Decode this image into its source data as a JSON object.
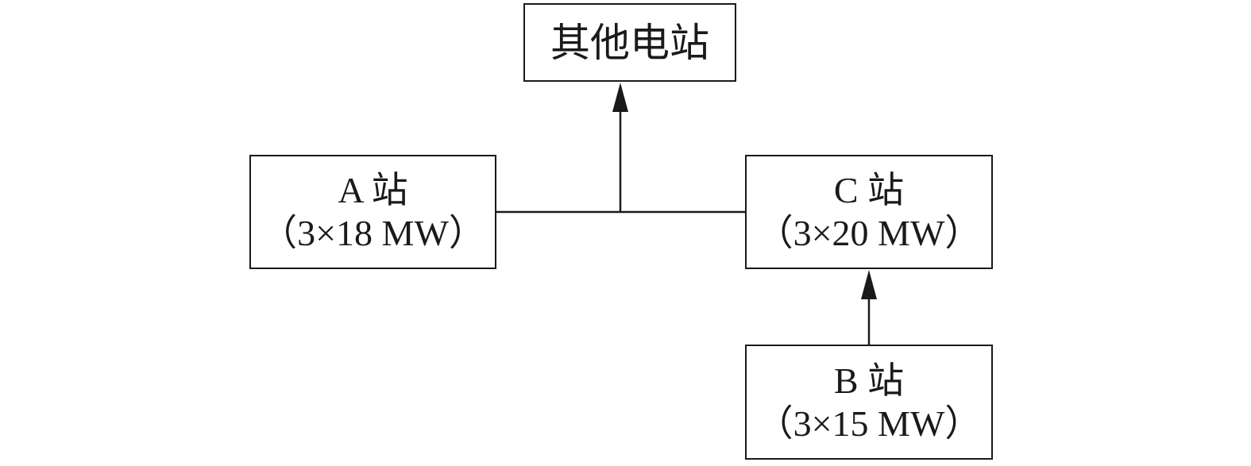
{
  "diagram": {
    "nodes": {
      "other": {
        "name": "其他电站"
      },
      "a": {
        "name": "A 站",
        "capacity": "（3×18 MW）"
      },
      "c": {
        "name": "C 站",
        "capacity": "（3×20 MW）"
      },
      "b": {
        "name": "B 站",
        "capacity": "（3×15 MW）"
      }
    },
    "edges": [
      {
        "from": "a",
        "to": "c",
        "type": "line"
      },
      {
        "from": "a-c-line",
        "to": "other",
        "type": "arrow"
      },
      {
        "from": "b",
        "to": "c",
        "type": "arrow"
      }
    ],
    "colors": {
      "stroke": "#1a1a1a",
      "background": "#ffffff"
    }
  }
}
